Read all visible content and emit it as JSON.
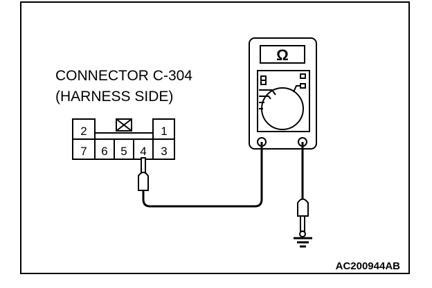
{
  "connector": {
    "title_line1": "CONNECTOR C-304",
    "title_line2": "(HARNESS SIDE)",
    "pins": {
      "p1": "1",
      "p2": "2",
      "p3": "3",
      "p4": "4",
      "p5": "5",
      "p6": "6",
      "p7": "7"
    }
  },
  "meter": {
    "display_symbol": "Ω"
  },
  "figure_id": "AC200944AB"
}
